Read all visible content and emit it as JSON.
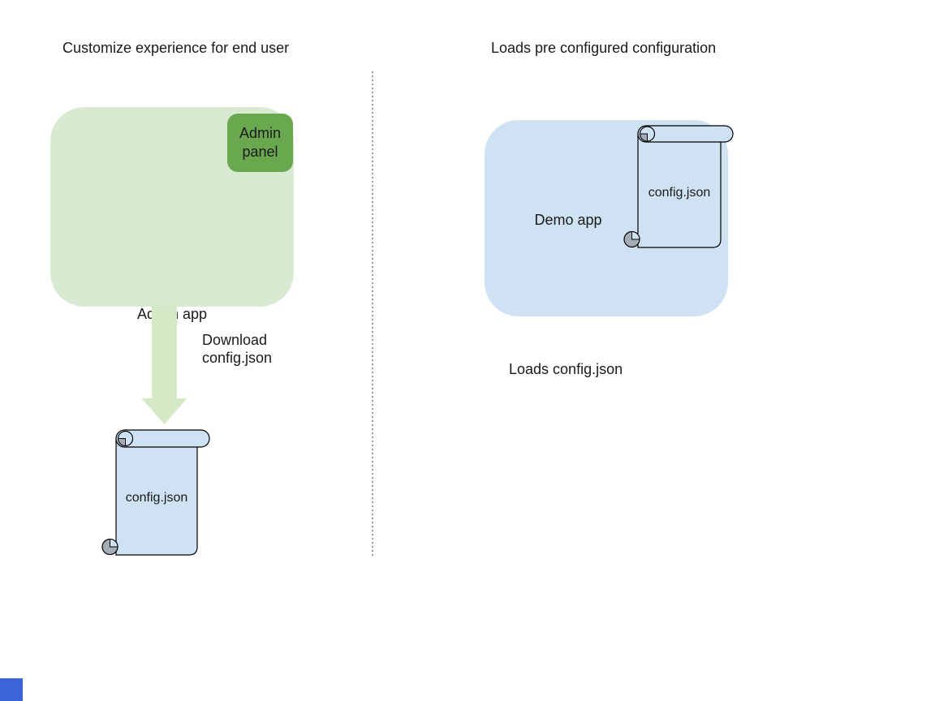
{
  "canvas": {
    "background": "#ffffff"
  },
  "colors": {
    "light-green": "#d9ead3",
    "arrow-green": "#d6e9c6",
    "dark-green": "#6aa84f",
    "light-blue": "#cfe2f3",
    "curl-gray": "#a4acb6",
    "divider-gray": "#999999",
    "stroke-black": "#000000",
    "text": "#1a1a1a",
    "corner-blue": "#3c64d9"
  },
  "left": {
    "heading": "Customize experience for end user",
    "admin_app_label": "Admin app",
    "admin_panel_label": "Admin panel",
    "arrow_label": "Download\nconfig.json",
    "scroll_label": "config.json"
  },
  "right": {
    "heading": "Loads pre configured configuration",
    "demo_app_label": "Demo app",
    "scroll_label": "config.json",
    "caption": "Loads config.json"
  }
}
